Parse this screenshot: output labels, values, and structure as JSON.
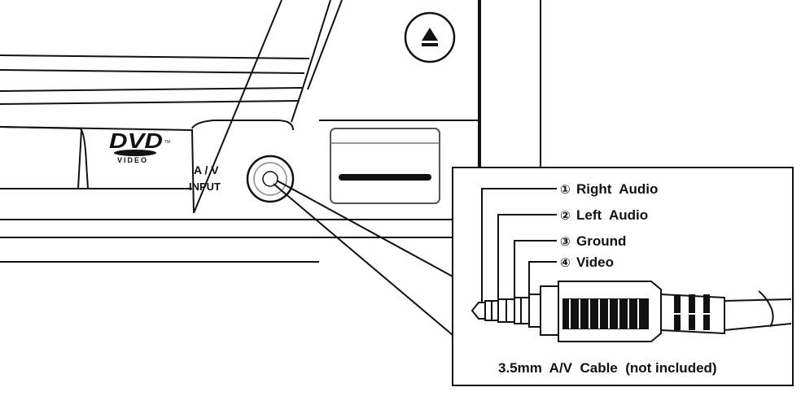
{
  "device": {
    "logo_text": "DVD",
    "logo_sub": "VIDEO",
    "logo_tm": "TM",
    "jack_label_line1": "A / V",
    "jack_label_line2": "INPUT",
    "eject_icon": "eject-icon"
  },
  "callout": {
    "pins": [
      {
        "marker": "①",
        "label": "Right  Audio"
      },
      {
        "marker": "②",
        "label": "Left  Audio"
      },
      {
        "marker": "③",
        "label": "Ground"
      },
      {
        "marker": "④",
        "label": "Video"
      }
    ],
    "caption": "3.5mm  A/V  Cable  (not included)"
  },
  "colors": {
    "line": "#111111",
    "fill": "#ffffff",
    "panel_line": "#555555"
  }
}
